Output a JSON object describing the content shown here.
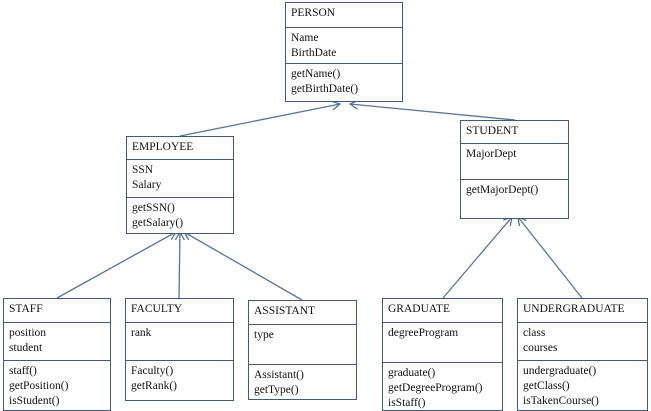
{
  "diagram": {
    "classes": [
      {
        "id": "person",
        "name": "PERSON",
        "attributes": [
          "Name",
          "BirthDate"
        ],
        "methods": [
          "getName()",
          "getBirthDate()"
        ]
      },
      {
        "id": "employee",
        "name": "EMPLOYEE",
        "attributes": [
          "SSN",
          "Salary"
        ],
        "methods": [
          "getSSN()",
          "getSalary()"
        ]
      },
      {
        "id": "student",
        "name": "STUDENT",
        "attributes": [
          "MajorDept"
        ],
        "methods": [
          "getMajorDept()"
        ]
      },
      {
        "id": "staff",
        "name": "STAFF",
        "attributes": [
          "position",
          "student"
        ],
        "methods": [
          "staff()",
          "getPosition()",
          "isStudent()"
        ]
      },
      {
        "id": "faculty",
        "name": "FACULTY",
        "attributes": [
          "rank"
        ],
        "methods": [
          "Faculty()",
          "getRank()"
        ]
      },
      {
        "id": "assistant",
        "name": "ASSISTANT",
        "attributes": [
          "type"
        ],
        "methods": [
          "Assistant()",
          "getType()"
        ]
      },
      {
        "id": "graduate",
        "name": "GRADUATE",
        "attributes": [
          "degreeProgram"
        ],
        "methods": [
          "graduate()",
          "getDegreeProgram()",
          "isStaff()"
        ]
      },
      {
        "id": "undergraduate",
        "name": "UNDERGRADUATE",
        "attributes": [
          "class",
          "courses"
        ],
        "methods": [
          "undergraduate()",
          "getClass()",
          "isTakenCourse()"
        ]
      }
    ],
    "inheritance": [
      {
        "child": "employee",
        "parent": "person"
      },
      {
        "child": "student",
        "parent": "person"
      },
      {
        "child": "staff",
        "parent": "employee"
      },
      {
        "child": "faculty",
        "parent": "employee"
      },
      {
        "child": "assistant",
        "parent": "employee"
      },
      {
        "child": "graduate",
        "parent": "student"
      },
      {
        "child": "undergraduate",
        "parent": "student"
      }
    ],
    "colors": {
      "border": "#3f5a7a",
      "line": "#5a7596",
      "text": "#111111"
    }
  }
}
